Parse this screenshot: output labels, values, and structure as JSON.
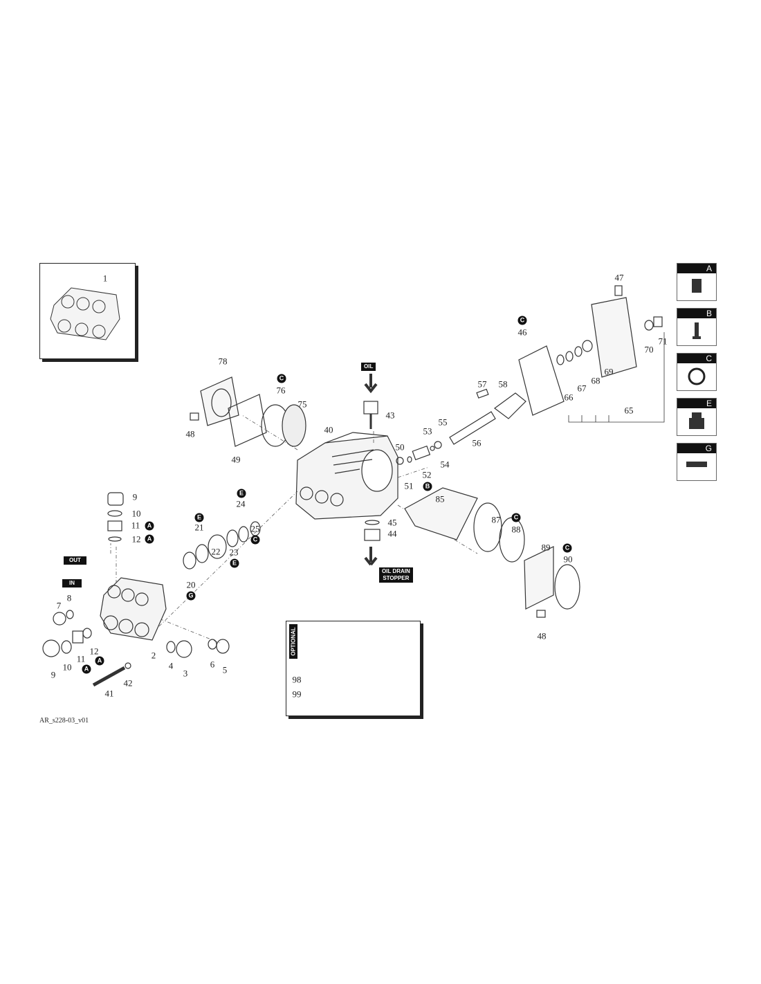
{
  "diagram": {
    "code": "AR_s228-03_v01",
    "labels": [
      "1",
      "78",
      "76",
      "75",
      "48",
      "49",
      "43",
      "40",
      "50",
      "51",
      "52",
      "53",
      "55",
      "54",
      "56",
      "57",
      "58",
      "46",
      "47",
      "66",
      "67",
      "68",
      "69",
      "65",
      "70",
      "71",
      "9",
      "10",
      "11",
      "12",
      "24",
      "21",
      "22",
      "23",
      "25",
      "20",
      "85",
      "87",
      "88",
      "89",
      "90",
      "48",
      "45",
      "44",
      "8",
      "7",
      "12",
      "11",
      "10",
      "9",
      "2",
      "4",
      "3",
      "6",
      "5",
      "41",
      "42",
      "98",
      "99"
    ],
    "badges": [
      "C",
      "B",
      "C",
      "A",
      "A",
      "E",
      "E",
      "E",
      "C",
      "G",
      "C",
      "C",
      "A",
      "A"
    ],
    "tags": {
      "oil": "OIL",
      "oil_drain": "OIL DRAIN",
      "stopper": "STOPPER",
      "out": "OUT",
      "in": "IN",
      "optional": "OPTIONAL"
    },
    "kits": [
      "A",
      "B",
      "C",
      "E",
      "G"
    ]
  }
}
